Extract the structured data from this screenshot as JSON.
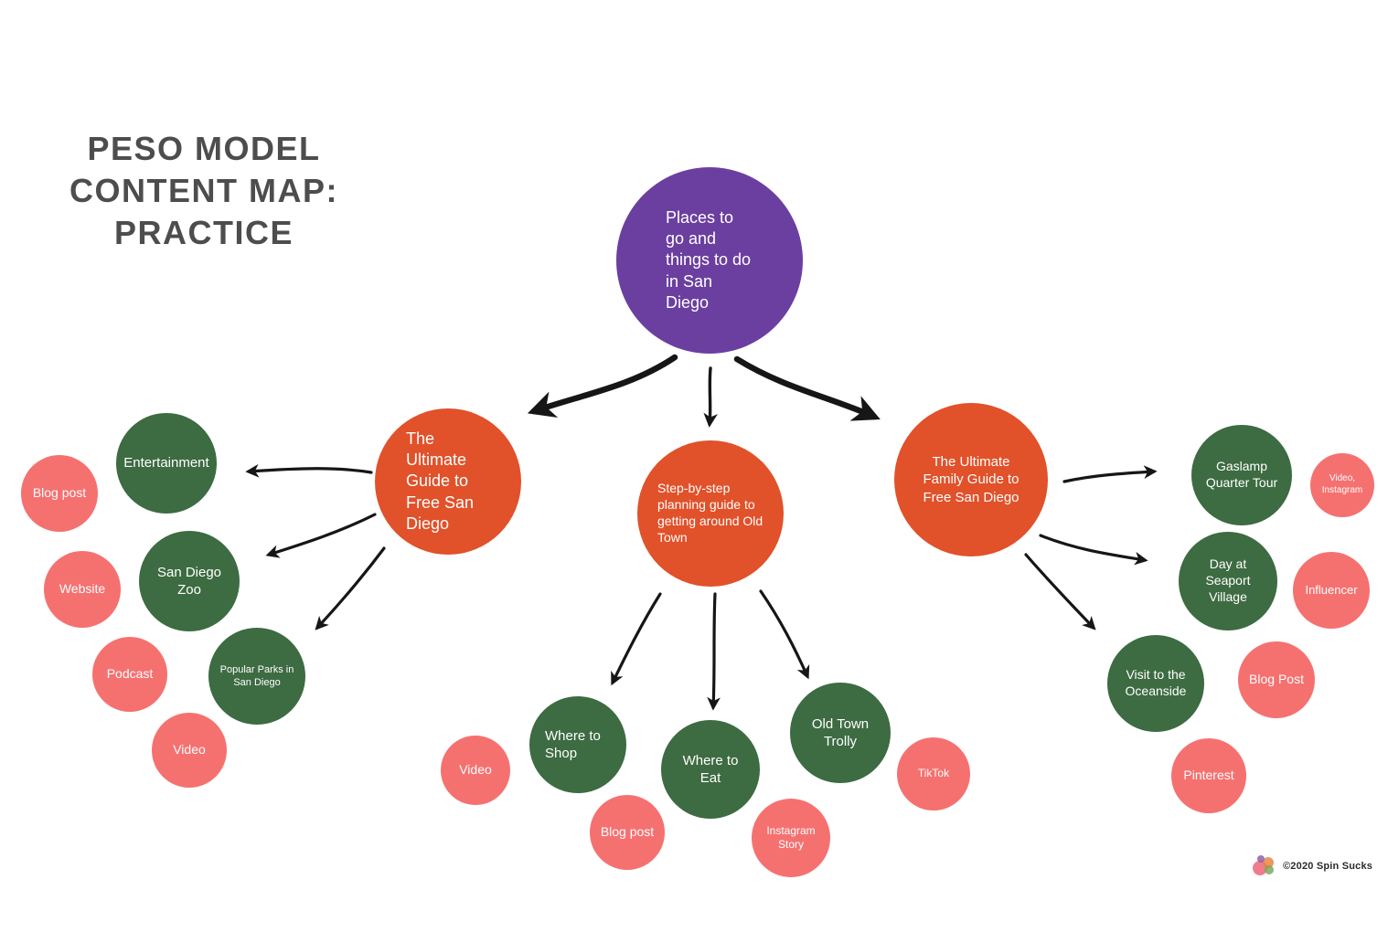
{
  "title": "PESO MODEL\nCONTENT MAP:\nPRACTICE",
  "colors": {
    "purple": "#6b3fa0",
    "orange": "#e1512a",
    "green": "#3d6b42",
    "salmon": "#f57170",
    "title_text": "#4d4d4d",
    "arrow": "#161616"
  },
  "diagram": {
    "root": "Places to go and things to do in San Diego",
    "branches": [
      {
        "hub": "The Ultimate Guide to Free San Diego",
        "topics": [
          "Entertainment",
          "San Diego Zoo",
          "Popular Parks in San Diego"
        ],
        "channels": [
          "Blog post",
          "Website",
          "Podcast",
          "Video"
        ]
      },
      {
        "hub": "Step-by-step planning guide to getting around Old Town",
        "topics": [
          "Where to Shop",
          "Where to Eat",
          "Old Town Trolly"
        ],
        "channels": [
          "Video",
          "Blog post",
          "Instagram Story",
          "TikTok"
        ]
      },
      {
        "hub": "The Ultimate Family Guide to Free San Diego",
        "topics": [
          "Gaslamp Quarter Tour",
          "Day at Seaport Village",
          "Visit to the Oceanside"
        ],
        "channels": [
          "Video, Instagram",
          "Influencer",
          "Blog Post",
          "Pinterest"
        ]
      }
    ]
  },
  "footer": {
    "credit": "©2020 Spin Sucks"
  }
}
